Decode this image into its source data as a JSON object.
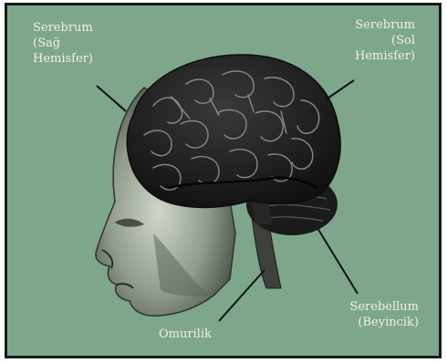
{
  "labels": {
    "cerebrum_right": {
      "line1": "Serebrum",
      "line2": "(Sağ",
      "line3": "Hemisfer)"
    },
    "cerebrum_left": {
      "line1": "Serebrum",
      "line2": "(Sol",
      "line3": "Hemisfer)"
    },
    "spinal_cord": "Omurilik",
    "cerebellum": {
      "line1": "Serebellum",
      "line2": "(Beyincik)"
    }
  },
  "colors": {
    "background": "#7ea68b",
    "frame": "#1a1a1a",
    "label_text": "#f2f0e4",
    "brain_dark": "#141414"
  }
}
